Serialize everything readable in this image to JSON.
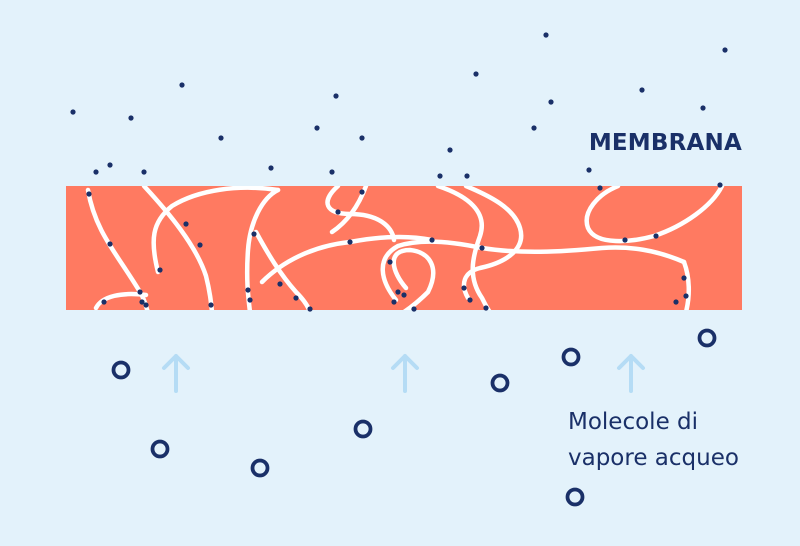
{
  "labels": {
    "membrane": "MEMBRANA",
    "vapor_line1": "Molecole di",
    "vapor_line2": "vapore acqueo"
  },
  "colors": {
    "background": "#e3f2fb",
    "membrane": "#ff7a61",
    "fiber": "#ffffff",
    "dot": "#1a3068",
    "ring": "#1a3068",
    "arrow": "#b5dcf5",
    "text": "#1a3068"
  },
  "icons": {
    "arrow": "up-arrow-icon",
    "molecule": "vapor-molecule-ring"
  }
}
